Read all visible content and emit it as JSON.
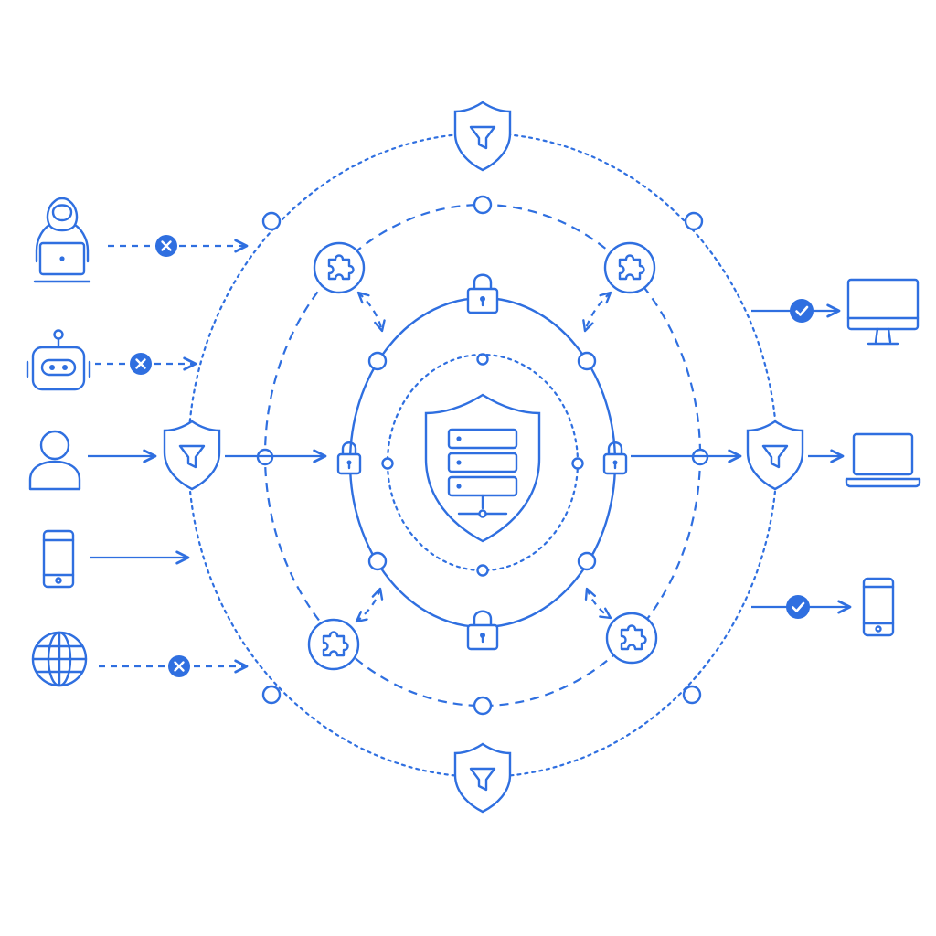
{
  "colors": {
    "accent": "#2f6fe0",
    "background": "#ffffff",
    "blocked": "#2f6fe0",
    "allowed": "#2f6fe0"
  },
  "diagram": {
    "type": "concentric zero-trust security layers",
    "center": {
      "icon": "server-shield-icon"
    },
    "layers": [
      {
        "style": "dotted",
        "icon": "shield-filter-icon"
      },
      {
        "style": "dashed",
        "icon": "puzzle-icon"
      },
      {
        "style": "solid",
        "icon": "lock-icon"
      },
      {
        "style": "dotted",
        "icon": "server-shield-icon"
      }
    ],
    "sources": [
      {
        "icon": "hacker-laptop-icon",
        "status": "blocked",
        "status_icon": "x-circle-icon"
      },
      {
        "icon": "robot-icon",
        "status": "blocked",
        "status_icon": "x-circle-icon"
      },
      {
        "icon": "user-icon",
        "status": "allowed"
      },
      {
        "icon": "mobile-phone-icon",
        "status": "allowed"
      },
      {
        "icon": "globe-icon",
        "status": "blocked",
        "status_icon": "x-circle-icon"
      }
    ],
    "destinations": [
      {
        "icon": "desktop-monitor-icon",
        "status": "allowed",
        "status_icon": "check-circle-icon"
      },
      {
        "icon": "laptop-icon",
        "status": "allowed"
      },
      {
        "icon": "mobile-phone-icon",
        "status": "allowed",
        "status_icon": "check-circle-icon"
      }
    ]
  }
}
